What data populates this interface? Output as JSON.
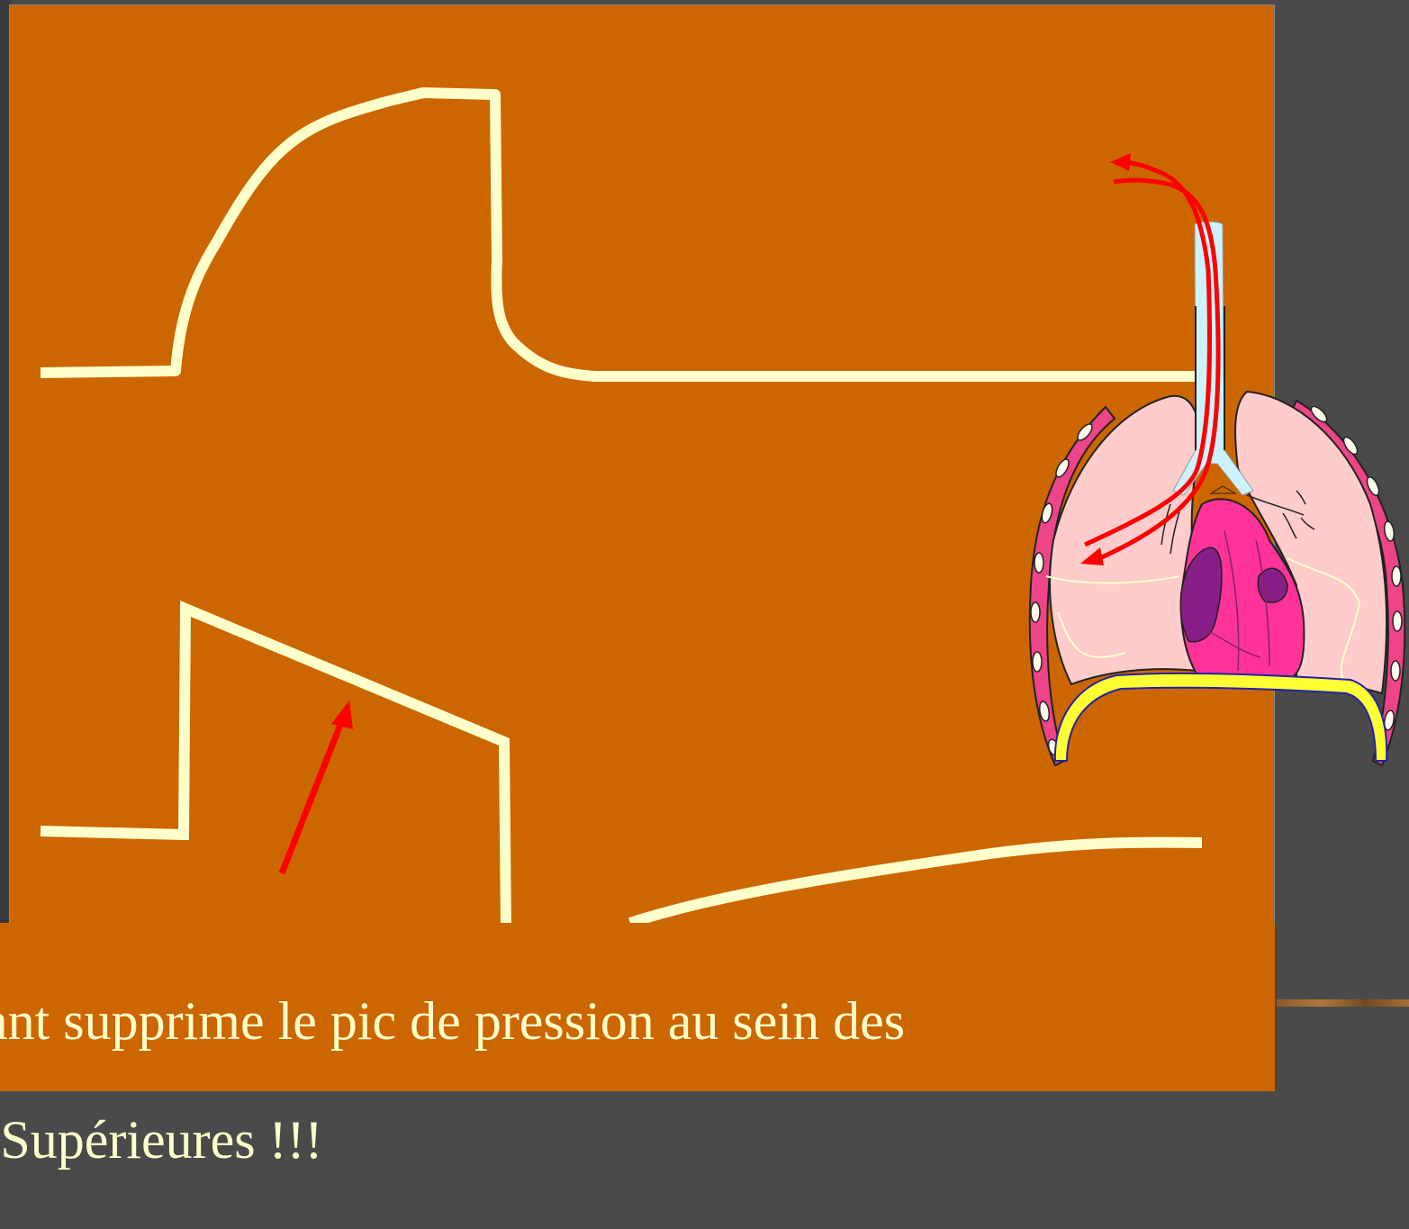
{
  "caption": {
    "line1": "rant supprime le pic de pression au sein des",
    "line2": "s Supérieures !!!"
  },
  "colors": {
    "slide_background": "#cc6600",
    "outer_background": "#4a4a4a",
    "curve_stroke": "#ffffcc",
    "arrow": "#ff0000",
    "lung": "#ffcccc",
    "heart": "#ff3399",
    "heart_dark": "#881f88",
    "diaphragm": "#ffff33",
    "rib_wall": "#ee4488",
    "trachea": "#ccf2ff"
  },
  "icons": {
    "pointer_arrow": "red-arrow-icon",
    "airflow": "airflow-arrows-icon",
    "anatomy": "thorax-lungs-heart-illustration"
  }
}
